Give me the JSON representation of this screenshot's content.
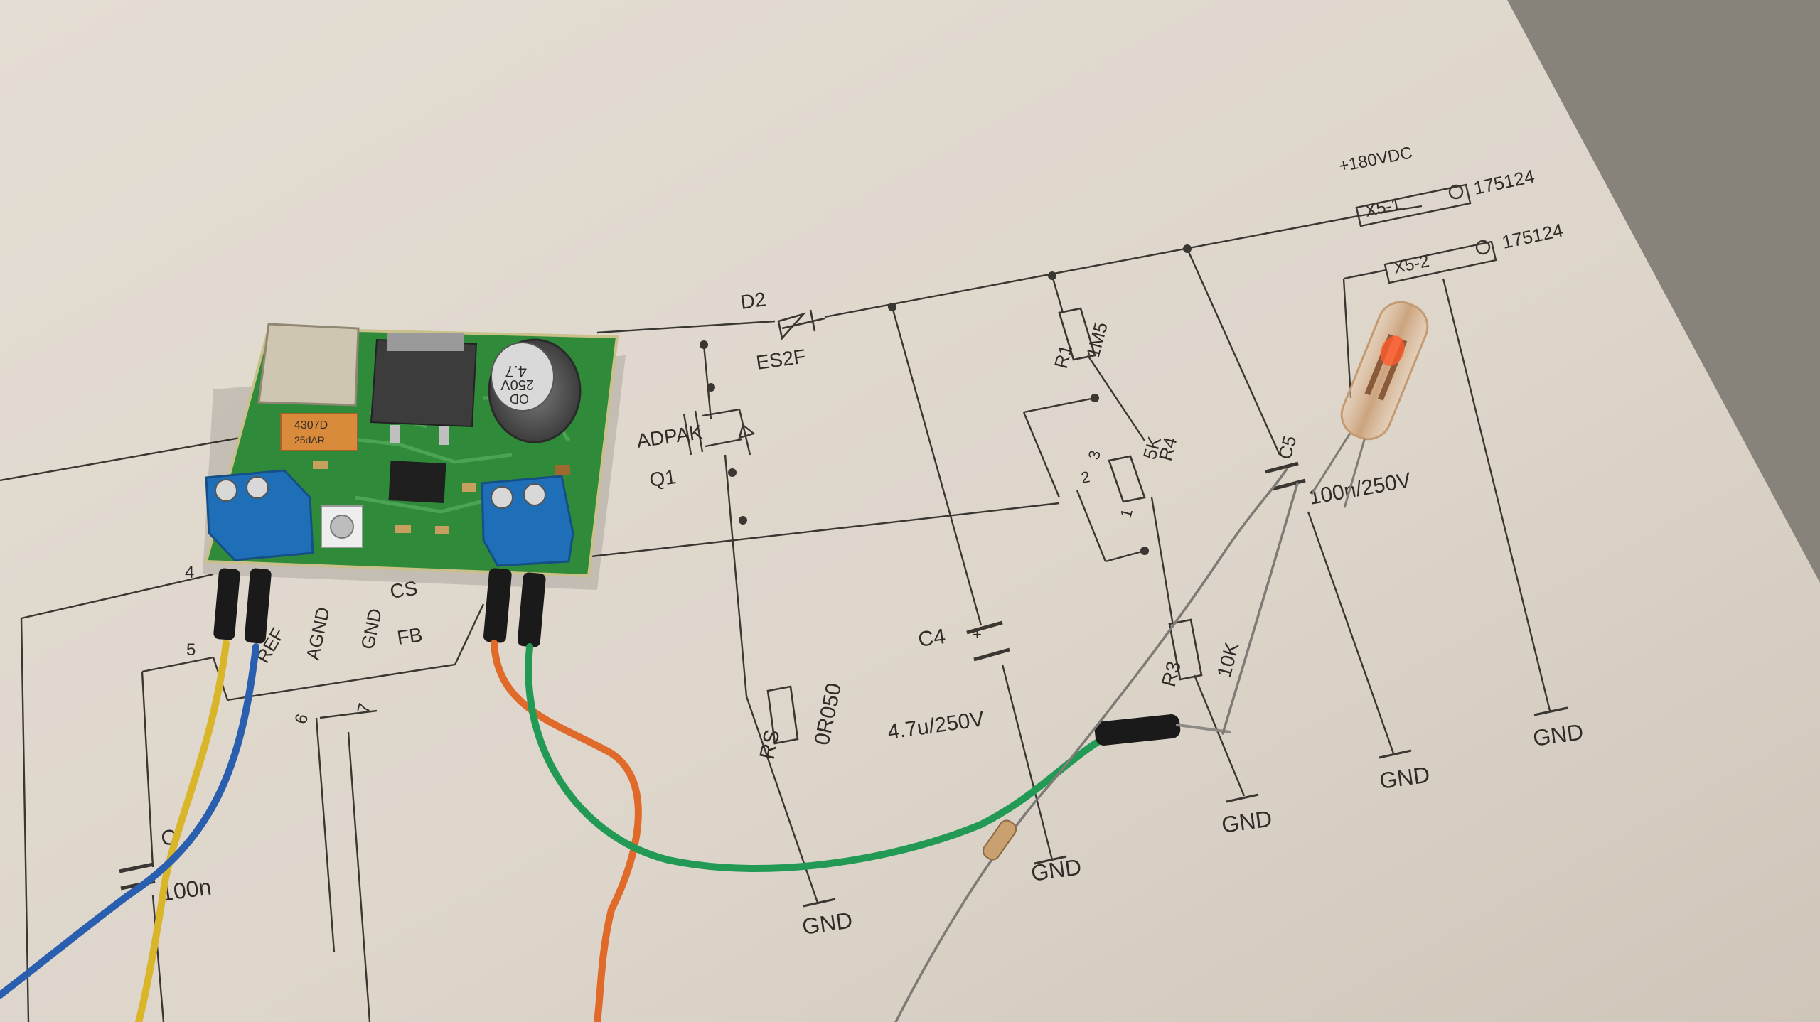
{
  "colors": {
    "paper": "#ded6cc",
    "ink": "#3a3631",
    "pcb": "#2f8a3a",
    "terminal": "#1f6fb8",
    "wire_yellow": "#d9b52a",
    "wire_blue": "#2a5fb0",
    "wire_orange": "#e06a2a",
    "wire_green": "#229a55"
  },
  "schematic": {
    "supply_label": "+180VDC",
    "connector_top": {
      "ref": "X5-1",
      "part": "175124"
    },
    "connector_bottom": {
      "ref": "X5-2",
      "part": "175124"
    },
    "diode": {
      "ref": "D2",
      "value": "ES2F"
    },
    "mosfet": {
      "package": "ADPAK",
      "ref": "Q1"
    },
    "sense_resistor": {
      "ref": "RS",
      "value": "0R050"
    },
    "capacitor_out": {
      "ref": "C4",
      "value": "4.7u/250V"
    },
    "resistor_r1": {
      "ref": "R1",
      "value": "1M5"
    },
    "pot_r4": {
      "ref": "R4",
      "value": "5K",
      "pins": [
        "1",
        "2",
        "3"
      ]
    },
    "resistor_r3": {
      "ref": "R3",
      "value": "10K"
    },
    "capacitor_c5": {
      "ref": "C5",
      "value": "100n/250V"
    },
    "capacitor_left": {
      "ref": "C",
      "value": "100n"
    },
    "ic_pins": [
      "4",
      "5",
      "6",
      "7"
    ],
    "ic_labels": [
      "CS",
      "FB",
      "GND",
      "AGND",
      "REF"
    ],
    "ground_label": "GND"
  },
  "board": {
    "cap_marking_1": "4.7",
    "cap_marking_2": "250V",
    "cap_marking_3": "OD",
    "tantalum_marking_1": "4307D",
    "tantalum_marking_2": "25dAR"
  }
}
